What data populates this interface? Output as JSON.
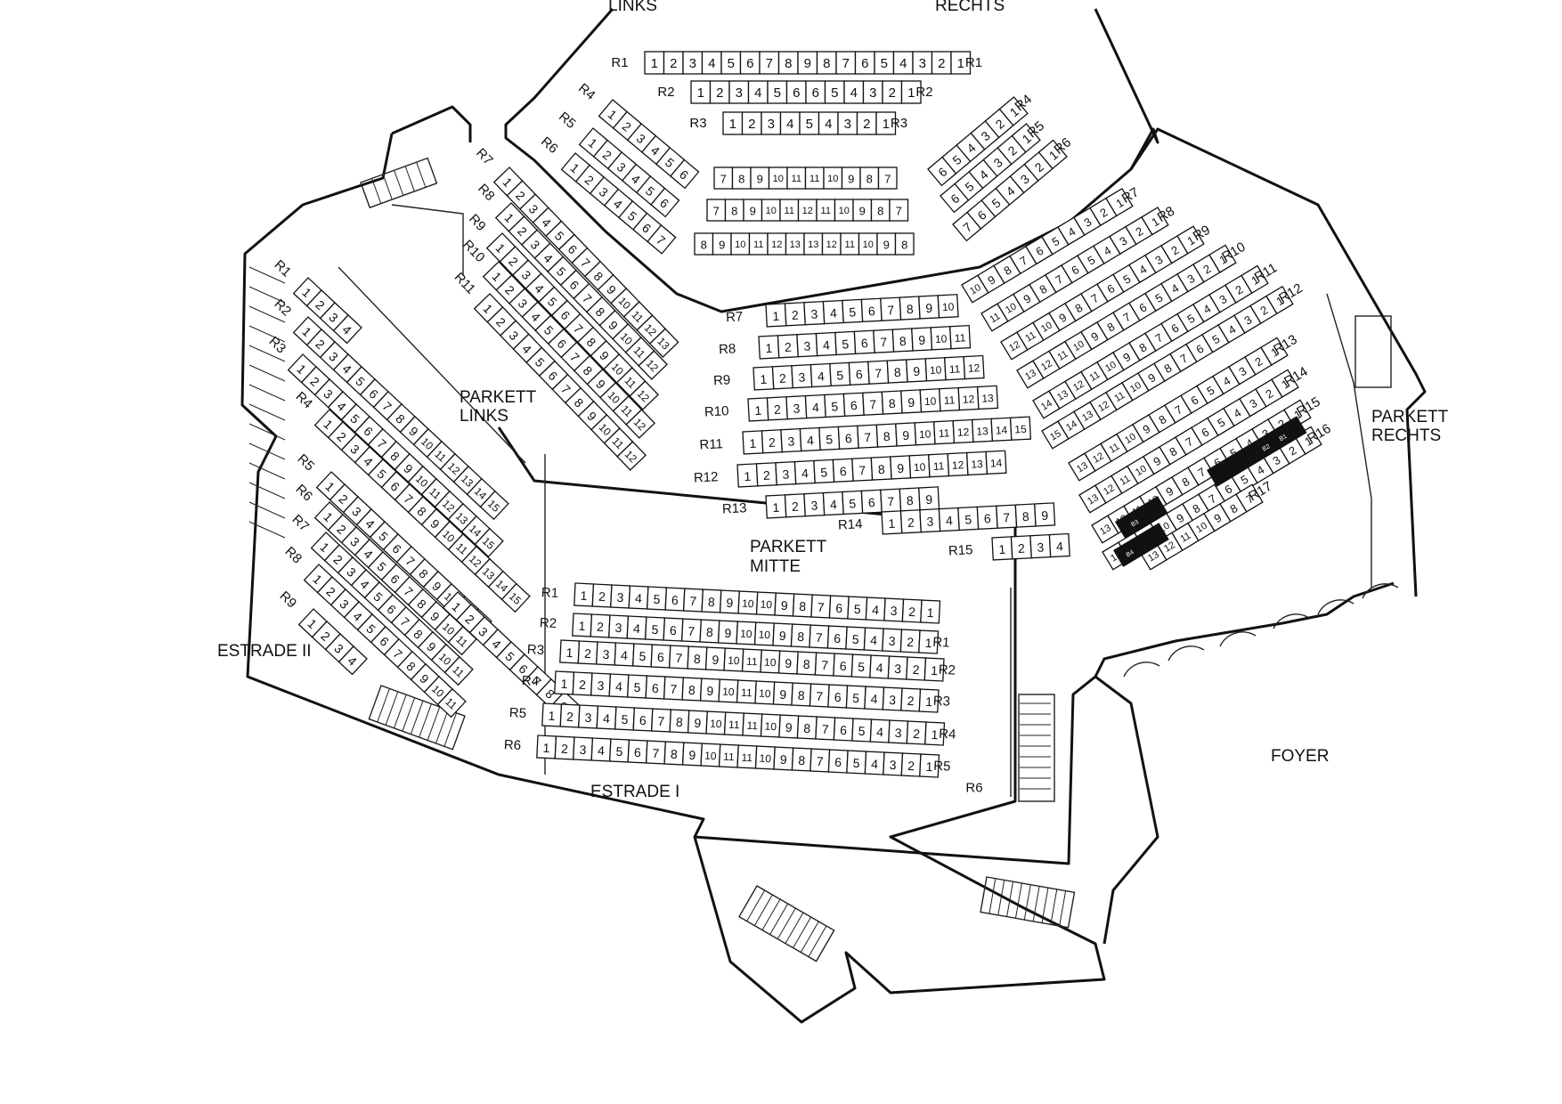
{
  "labels": {
    "links": "LINKS",
    "rechts": "RECHTS",
    "parkett_links": [
      "PARKETT",
      "LINKS"
    ],
    "parkett_mitte": [
      "PARKETT",
      "MITTE"
    ],
    "parkett_rechts": [
      "PARKETT",
      "RECHTS"
    ],
    "estrade_ii": "ESTRADE II",
    "estrade_i": "ESTRADE I",
    "foyer": "FOYER"
  },
  "boxes": [
    "B1",
    "B2",
    "B3",
    "B4"
  ],
  "sections": [
    {
      "id": "balcony",
      "rows": [
        {
          "label": "R1",
          "seats": [
            1,
            2,
            3,
            4,
            5,
            6,
            7,
            8,
            9,
            8,
            7,
            6,
            5,
            4,
            3,
            2,
            1
          ],
          "labelEnd": "R1"
        },
        {
          "label": "R2",
          "seats": [
            1,
            2,
            3,
            4,
            5,
            6,
            6,
            5,
            4,
            3,
            2,
            1
          ],
          "labelEnd": "R2"
        },
        {
          "label": "R3",
          "seats": [
            1,
            2,
            3,
            4,
            5,
            4,
            3,
            2,
            1
          ],
          "labelEnd": "R3"
        }
      ]
    },
    {
      "id": "balcony-left",
      "rows": [
        {
          "label": "R4",
          "seats": [
            1,
            2,
            3,
            4,
            5,
            6
          ]
        },
        {
          "label": "R5",
          "seats": [
            1,
            2,
            3,
            4,
            5,
            6
          ]
        },
        {
          "label": "R6",
          "seats": [
            1,
            2,
            3,
            4,
            5,
            6,
            7
          ]
        }
      ]
    },
    {
      "id": "balcony-right",
      "rows": [
        {
          "seats": [
            6,
            5,
            4,
            3,
            2,
            1
          ],
          "labelEnd": "R4"
        },
        {
          "seats": [
            6,
            5,
            4,
            3,
            2,
            1
          ],
          "labelEnd": "R5"
        },
        {
          "seats": [
            7,
            6,
            5,
            4,
            3,
            2,
            1
          ],
          "labelEnd": "R6"
        }
      ]
    },
    {
      "id": "balcony-center",
      "rows": [
        {
          "seats": [
            7,
            8,
            9,
            10,
            11,
            11,
            10,
            9,
            8,
            7
          ]
        },
        {
          "seats": [
            7,
            8,
            9,
            10,
            11,
            12,
            11,
            10,
            9,
            8,
            7
          ]
        },
        {
          "seats": [
            8,
            9,
            10,
            11,
            12,
            13,
            13,
            12,
            11,
            10,
            9,
            8
          ]
        }
      ]
    },
    {
      "id": "upper-left",
      "rows": [
        {
          "label": "R7",
          "seats": [
            1,
            2,
            3,
            4,
            5,
            6,
            7,
            8,
            9,
            10,
            11,
            12,
            13
          ]
        },
        {
          "label": "R8",
          "seats": [
            1,
            2,
            3,
            4,
            5,
            6,
            7,
            8,
            9,
            10,
            11,
            12
          ]
        },
        {
          "label": "R9",
          "seats": [
            1,
            2,
            3,
            4,
            5,
            6,
            7,
            8,
            9,
            10,
            11,
            12
          ]
        },
        {
          "label": "R10",
          "seats": [
            1,
            2,
            3,
            4,
            5,
            6,
            7,
            8,
            9,
            10,
            11,
            12
          ]
        },
        {
          "label": "R11",
          "seats": [
            1,
            2,
            3,
            4,
            5,
            6,
            7,
            8,
            9,
            10,
            11,
            12
          ]
        }
      ]
    },
    {
      "id": "parkett-mitte",
      "rows": [
        {
          "label": "R7",
          "seats": [
            1,
            2,
            3,
            4,
            5,
            6,
            7,
            8,
            9,
            10
          ]
        },
        {
          "label": "R8",
          "seats": [
            1,
            2,
            3,
            4,
            5,
            6,
            7,
            8,
            9,
            10,
            11
          ]
        },
        {
          "label": "R9",
          "seats": [
            1,
            2,
            3,
            4,
            5,
            6,
            7,
            8,
            9,
            10,
            11,
            12
          ]
        },
        {
          "label": "R10",
          "seats": [
            1,
            2,
            3,
            4,
            5,
            6,
            7,
            8,
            9,
            10,
            11,
            12,
            13
          ]
        },
        {
          "label": "R11",
          "seats": [
            1,
            2,
            3,
            4,
            5,
            6,
            7,
            8,
            9,
            10,
            11,
            12,
            13,
            14,
            15
          ]
        },
        {
          "label": "R12",
          "seats": [
            1,
            2,
            3,
            4,
            5,
            6,
            7,
            8,
            9,
            10,
            11,
            12,
            13,
            14
          ]
        },
        {
          "label": "R13",
          "seats": [
            1,
            2,
            3,
            4,
            5,
            6,
            7,
            8,
            9
          ]
        },
        {
          "label": "R14",
          "seats": [
            1,
            2,
            3,
            4,
            5,
            6,
            7,
            8,
            9
          ]
        },
        {
          "label": "R15",
          "seats": [
            1,
            2,
            3,
            4
          ]
        }
      ]
    },
    {
      "id": "parkett-rechts",
      "rows": [
        {
          "seats": [
            10,
            9,
            8,
            7,
            6,
            5,
            4,
            3,
            2,
            1
          ],
          "labelEnd": "R7"
        },
        {
          "seats": [
            11,
            10,
            9,
            8,
            7,
            6,
            5,
            4,
            3,
            2,
            1
          ],
          "labelEnd": "R8"
        },
        {
          "seats": [
            12,
            11,
            10,
            9,
            8,
            7,
            6,
            5,
            4,
            3,
            2,
            1
          ],
          "labelEnd": "R9"
        },
        {
          "seats": [
            13,
            12,
            11,
            10,
            9,
            8,
            7,
            6,
            5,
            4,
            3,
            2,
            1
          ],
          "labelEnd": "R10"
        },
        {
          "seats": [
            14,
            13,
            12,
            11,
            10,
            9,
            8,
            7,
            6,
            5,
            4,
            3,
            2,
            1
          ],
          "labelEnd": "R11"
        },
        {
          "seats": [
            15,
            14,
            13,
            12,
            11,
            10,
            9,
            8,
            7,
            6,
            5,
            4,
            3,
            2,
            1
          ],
          "labelEnd": "R12"
        },
        {
          "seats": [
            13,
            12,
            11,
            10,
            9,
            8,
            7,
            6,
            5,
            4,
            3,
            2,
            1
          ],
          "labelEnd": "R13"
        },
        {
          "seats": [
            13,
            12,
            11,
            10,
            9,
            8,
            7,
            6,
            5,
            4,
            3,
            2,
            1
          ],
          "labelEnd": "R14"
        },
        {
          "seats": [
            13,
            12,
            11,
            10,
            9,
            8,
            7,
            6,
            5,
            4,
            3,
            2,
            1
          ],
          "labelEnd": "R15"
        },
        {
          "seats": [
            13,
            12,
            11,
            10,
            9,
            8,
            7,
            6,
            5,
            4,
            3,
            2,
            1
          ],
          "labelEnd": "R16"
        },
        {
          "seats": [
            13,
            12,
            11,
            10,
            9,
            8,
            7
          ],
          "labelEnd": "R17"
        }
      ]
    },
    {
      "id": "estrade-ii",
      "rows": [
        {
          "label": "R1",
          "seats": [
            1,
            2,
            3,
            4
          ]
        },
        {
          "label": "R2",
          "seats": [
            1,
            2,
            3,
            4,
            5,
            6,
            7,
            8,
            9,
            10,
            11,
            12,
            13,
            14,
            15
          ]
        },
        {
          "label": "R3",
          "seats": [
            1,
            2,
            3,
            4,
            5,
            6,
            7,
            8,
            9,
            10,
            11,
            12,
            13,
            14,
            15
          ]
        },
        {
          "label": "R4",
          "seats": [
            1,
            2,
            3,
            4,
            5,
            6,
            7,
            8,
            9,
            10,
            11,
            12,
            13,
            14,
            15
          ]
        },
        {
          "label": "R5",
          "seats": [
            1,
            2,
            3,
            4,
            5,
            6,
            7,
            8,
            9,
            10,
            11,
            12
          ]
        },
        {
          "label": "R6",
          "seats": [
            1,
            2,
            3,
            4,
            5,
            6,
            7,
            8,
            9,
            10,
            11
          ]
        },
        {
          "label": "R7",
          "seats": [
            1,
            2,
            3,
            4,
            5,
            6,
            7,
            8,
            9,
            10,
            11
          ]
        },
        {
          "label": "R8",
          "seats": [
            1,
            2,
            3,
            4,
            5,
            6,
            7,
            8,
            9,
            10,
            11
          ]
        },
        {
          "label": "R9",
          "seats": [
            1,
            2,
            3,
            4
          ]
        },
        {
          "seats": [
            1,
            2,
            3,
            4,
            5,
            6,
            7,
            8,
            9
          ]
        }
      ]
    },
    {
      "id": "estrade-i",
      "rows": [
        {
          "label": "R1",
          "seats": [
            1,
            2,
            3,
            4,
            5,
            6,
            7,
            8,
            9,
            10,
            10,
            9,
            8,
            7,
            6,
            5,
            4,
            3,
            2,
            1
          ]
        },
        {
          "label": "R2",
          "seats": [
            1,
            2,
            3,
            4,
            5,
            6,
            7,
            8,
            9,
            10,
            10,
            9,
            8,
            7,
            6,
            5,
            4,
            3,
            2,
            1
          ],
          "labelEnd": "R1"
        },
        {
          "label": "R3",
          "seats": [
            1,
            2,
            3,
            4,
            5,
            6,
            7,
            8,
            9,
            10,
            11,
            10,
            9,
            8,
            7,
            6,
            5,
            4,
            3,
            2,
            1
          ],
          "labelEnd": "R2"
        },
        {
          "label": "R4",
          "seats": [
            1,
            2,
            3,
            4,
            5,
            6,
            7,
            8,
            9,
            10,
            11,
            10,
            9,
            8,
            7,
            6,
            5,
            4,
            3,
            2,
            1
          ],
          "labelEnd": "R3"
        },
        {
          "label": "R5",
          "seats": [
            1,
            2,
            3,
            4,
            5,
            6,
            7,
            8,
            9,
            10,
            11,
            11,
            10,
            9,
            8,
            7,
            6,
            5,
            4,
            3,
            2,
            1
          ],
          "labelEnd": "R4"
        },
        {
          "label": "R6",
          "seats": [
            1,
            2,
            3,
            4,
            5,
            6,
            7,
            8,
            9,
            10,
            11,
            11,
            10,
            9,
            8,
            7,
            6,
            5,
            4,
            3,
            2,
            1
          ],
          "labelEnd": "R5"
        },
        {
          "seats": [],
          "labelEnd": "R6"
        }
      ]
    }
  ]
}
